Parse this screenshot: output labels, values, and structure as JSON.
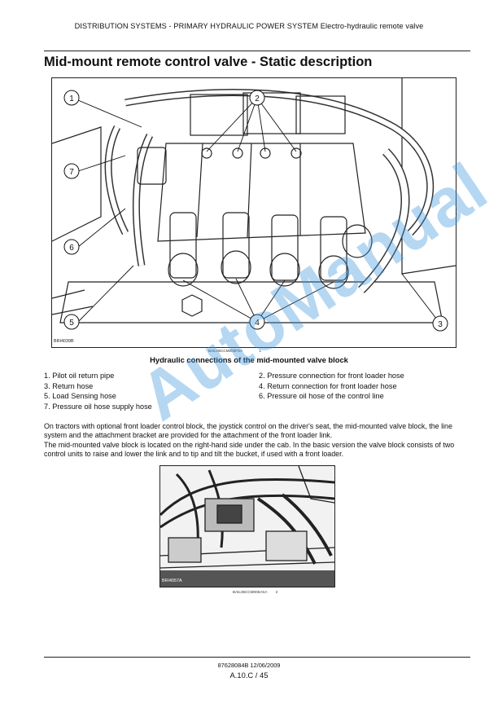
{
  "header": {
    "running_head": "DISTRIBUTION SYSTEMS - PRIMARY HYDRAULIC POWER SYSTEM Electro-hydraulic remote valve"
  },
  "section": {
    "title": "Mid-mount remote control valve - Static description"
  },
  "figure1": {
    "image_tag": "BRI4039B",
    "code": "BAIL06CCM003FSA",
    "number": "1",
    "caption": "Hydraulic connections of the mid-mounted valve block",
    "callouts": [
      "1",
      "2",
      "3",
      "4",
      "5",
      "6",
      "7"
    ]
  },
  "legend": {
    "items": [
      "1. Pilot oil return pipe",
      "2. Pressure connection for front loader hose",
      "3. Return hose",
      "4. Return connection for front loader hose",
      "5. Load Sensing hose",
      "6. Pressure oil hose of the control line",
      "7. Pressure oil hose supply hose"
    ]
  },
  "body": {
    "paragraph1": "On tractors with optional front loader control block, the joystick control on the driver's seat, the mid-mounted valve block, the line system and the attachment bracket are provided for the attachment of the front loader link.",
    "paragraph2": "The mid-mounted valve block is located on the right-hand side under the cab.  In the basic version the valve block consists of two control units to raise and lower the link and to tip and tilt the bucket, if used with a front loader."
  },
  "figure2": {
    "image_tag": "BRI4057A",
    "code": "BAIL06CCM006ASA",
    "number": "2"
  },
  "footer": {
    "doc_code": "87628084B 12/06/2009",
    "page": "A.10.C / 45"
  },
  "watermark": {
    "text": "AutoManual",
    "color": "#3c96dc"
  }
}
